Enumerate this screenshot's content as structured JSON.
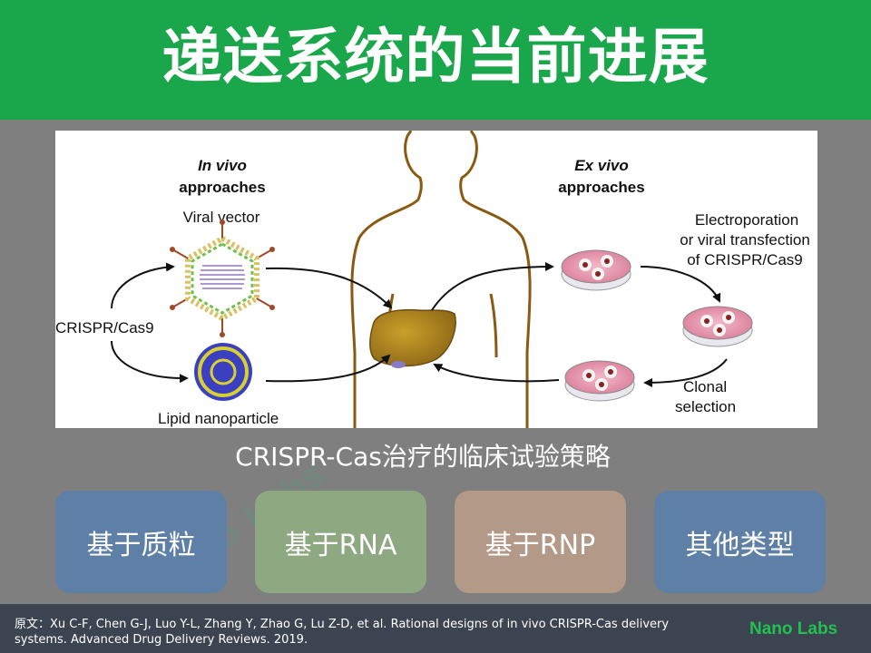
{
  "title": "递送系统的当前进展",
  "figure": {
    "in_vivo_title": "In vivo",
    "in_vivo_sub": "approaches",
    "ex_vivo_title": "Ex vivo",
    "ex_vivo_sub": "approaches",
    "viral_vector": "Viral vector",
    "crispr_cas9": "CRISPR/Cas9",
    "lipid_nanoparticle": "Lipid nanoparticle",
    "electroporation_1": "Electroporation",
    "electroporation_2": "or viral transfection",
    "electroporation_3": "of CRISPR/Cas9",
    "clonal_1": "Clonal",
    "clonal_2": "selection"
  },
  "caption": "CRISPR-Cas治疗的临床试验策略",
  "cards": [
    {
      "label": "基于质粒",
      "color": "#5e7fa6"
    },
    {
      "label": "基于RNA",
      "color": "#8ea882"
    },
    {
      "label": "基于RNP",
      "color": "#b39987"
    },
    {
      "label": "其他类型",
      "color": "#5e7fa6"
    }
  ],
  "footer": {
    "citation": "原文：Xu C-F, Chen G-J, Luo Y-L, Zhang Y, Zhao G, Lu Z-D, et al. Rational designs of in vivo CRISPR-Cas delivery systems.  Advanced Drug Delivery Reviews. 2019.",
    "brand": "Nano Labs"
  },
  "watermark": "Nano Labs"
}
